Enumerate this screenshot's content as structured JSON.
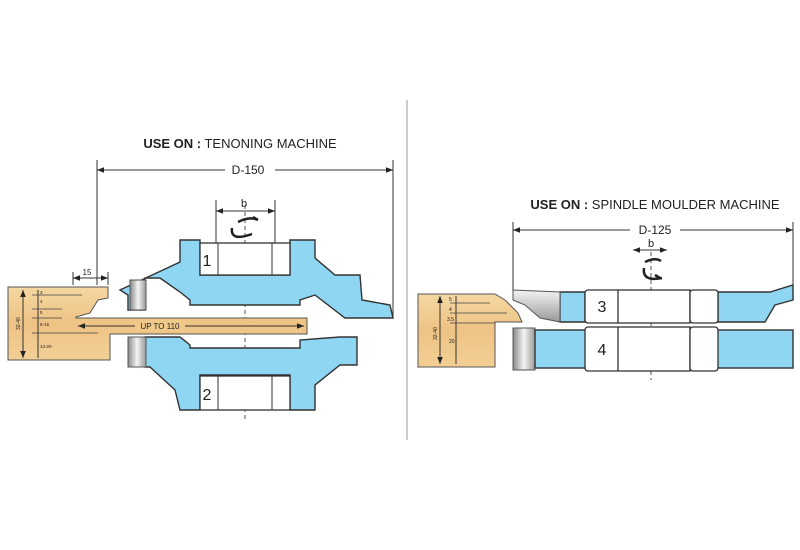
{
  "left": {
    "title_bold": "USE ON :",
    "title_rest": " TENONING MACHINE",
    "diameter": "D-150",
    "bore_label": "b",
    "cutter_upper": "1",
    "cutter_lower": "2",
    "dim_15": "15",
    "dim_upto": "UP TO 110",
    "dims_small": [
      "3",
      "4",
      "5",
      "8-15",
      "13-20"
    ],
    "dim_total": "32-40"
  },
  "right": {
    "title_bold": "USE ON :",
    "title_rest": " SPINDLE MOULDER MACHINE",
    "diameter": "D-125",
    "bore_label": "b",
    "cutter_upper": "3",
    "cutter_lower": "4",
    "dims_small": [
      "5",
      "4",
      "3.5",
      "20"
    ],
    "dim_total": "32-40"
  },
  "colors": {
    "cutter": "#8fd6f2",
    "wood": "#f0c98a",
    "line": "#333333"
  }
}
